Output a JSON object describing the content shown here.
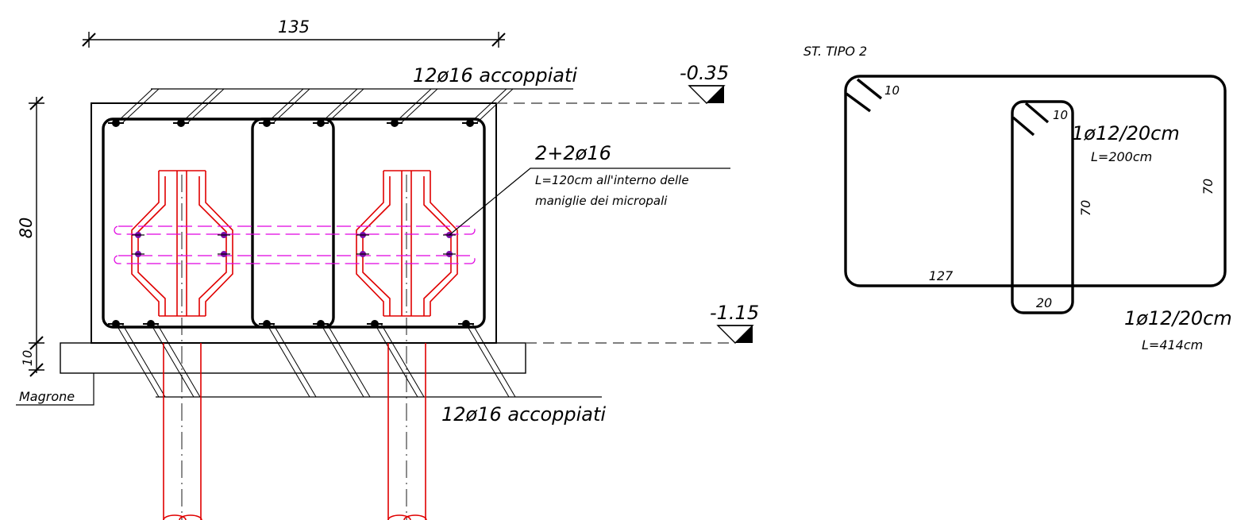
{
  "section_left": {
    "dim_width": "135",
    "dim_height": "80",
    "dim_magrone": "10",
    "top_bars_label": "12ø16 accoppiati",
    "bottom_bars_label": "12ø16 accoppiati",
    "level_top": "-0.35",
    "level_bottom": "-1.15",
    "side_bars_label": "2+2ø16",
    "side_bars_note_1": "L=120cm all'interno delle",
    "side_bars_note_2": "maniglie dei micropali",
    "magrone_label": "Magrone"
  },
  "stirrup_detail": {
    "title": "ST. TIPO 2",
    "outer_hook": "10",
    "inner_hook": "10",
    "outer_length": "127",
    "outer_height": "70",
    "inner_height": "70",
    "inner_width": "20",
    "inner_label": "1ø12/20cm",
    "inner_len": "L=200cm",
    "outer_label": "1ø12/20cm",
    "outer_len": "L=414cm"
  },
  "colors": {
    "micropile": "#e00000",
    "side_bars": "#e000e0",
    "bar_nodes": "#7a0ca8"
  }
}
